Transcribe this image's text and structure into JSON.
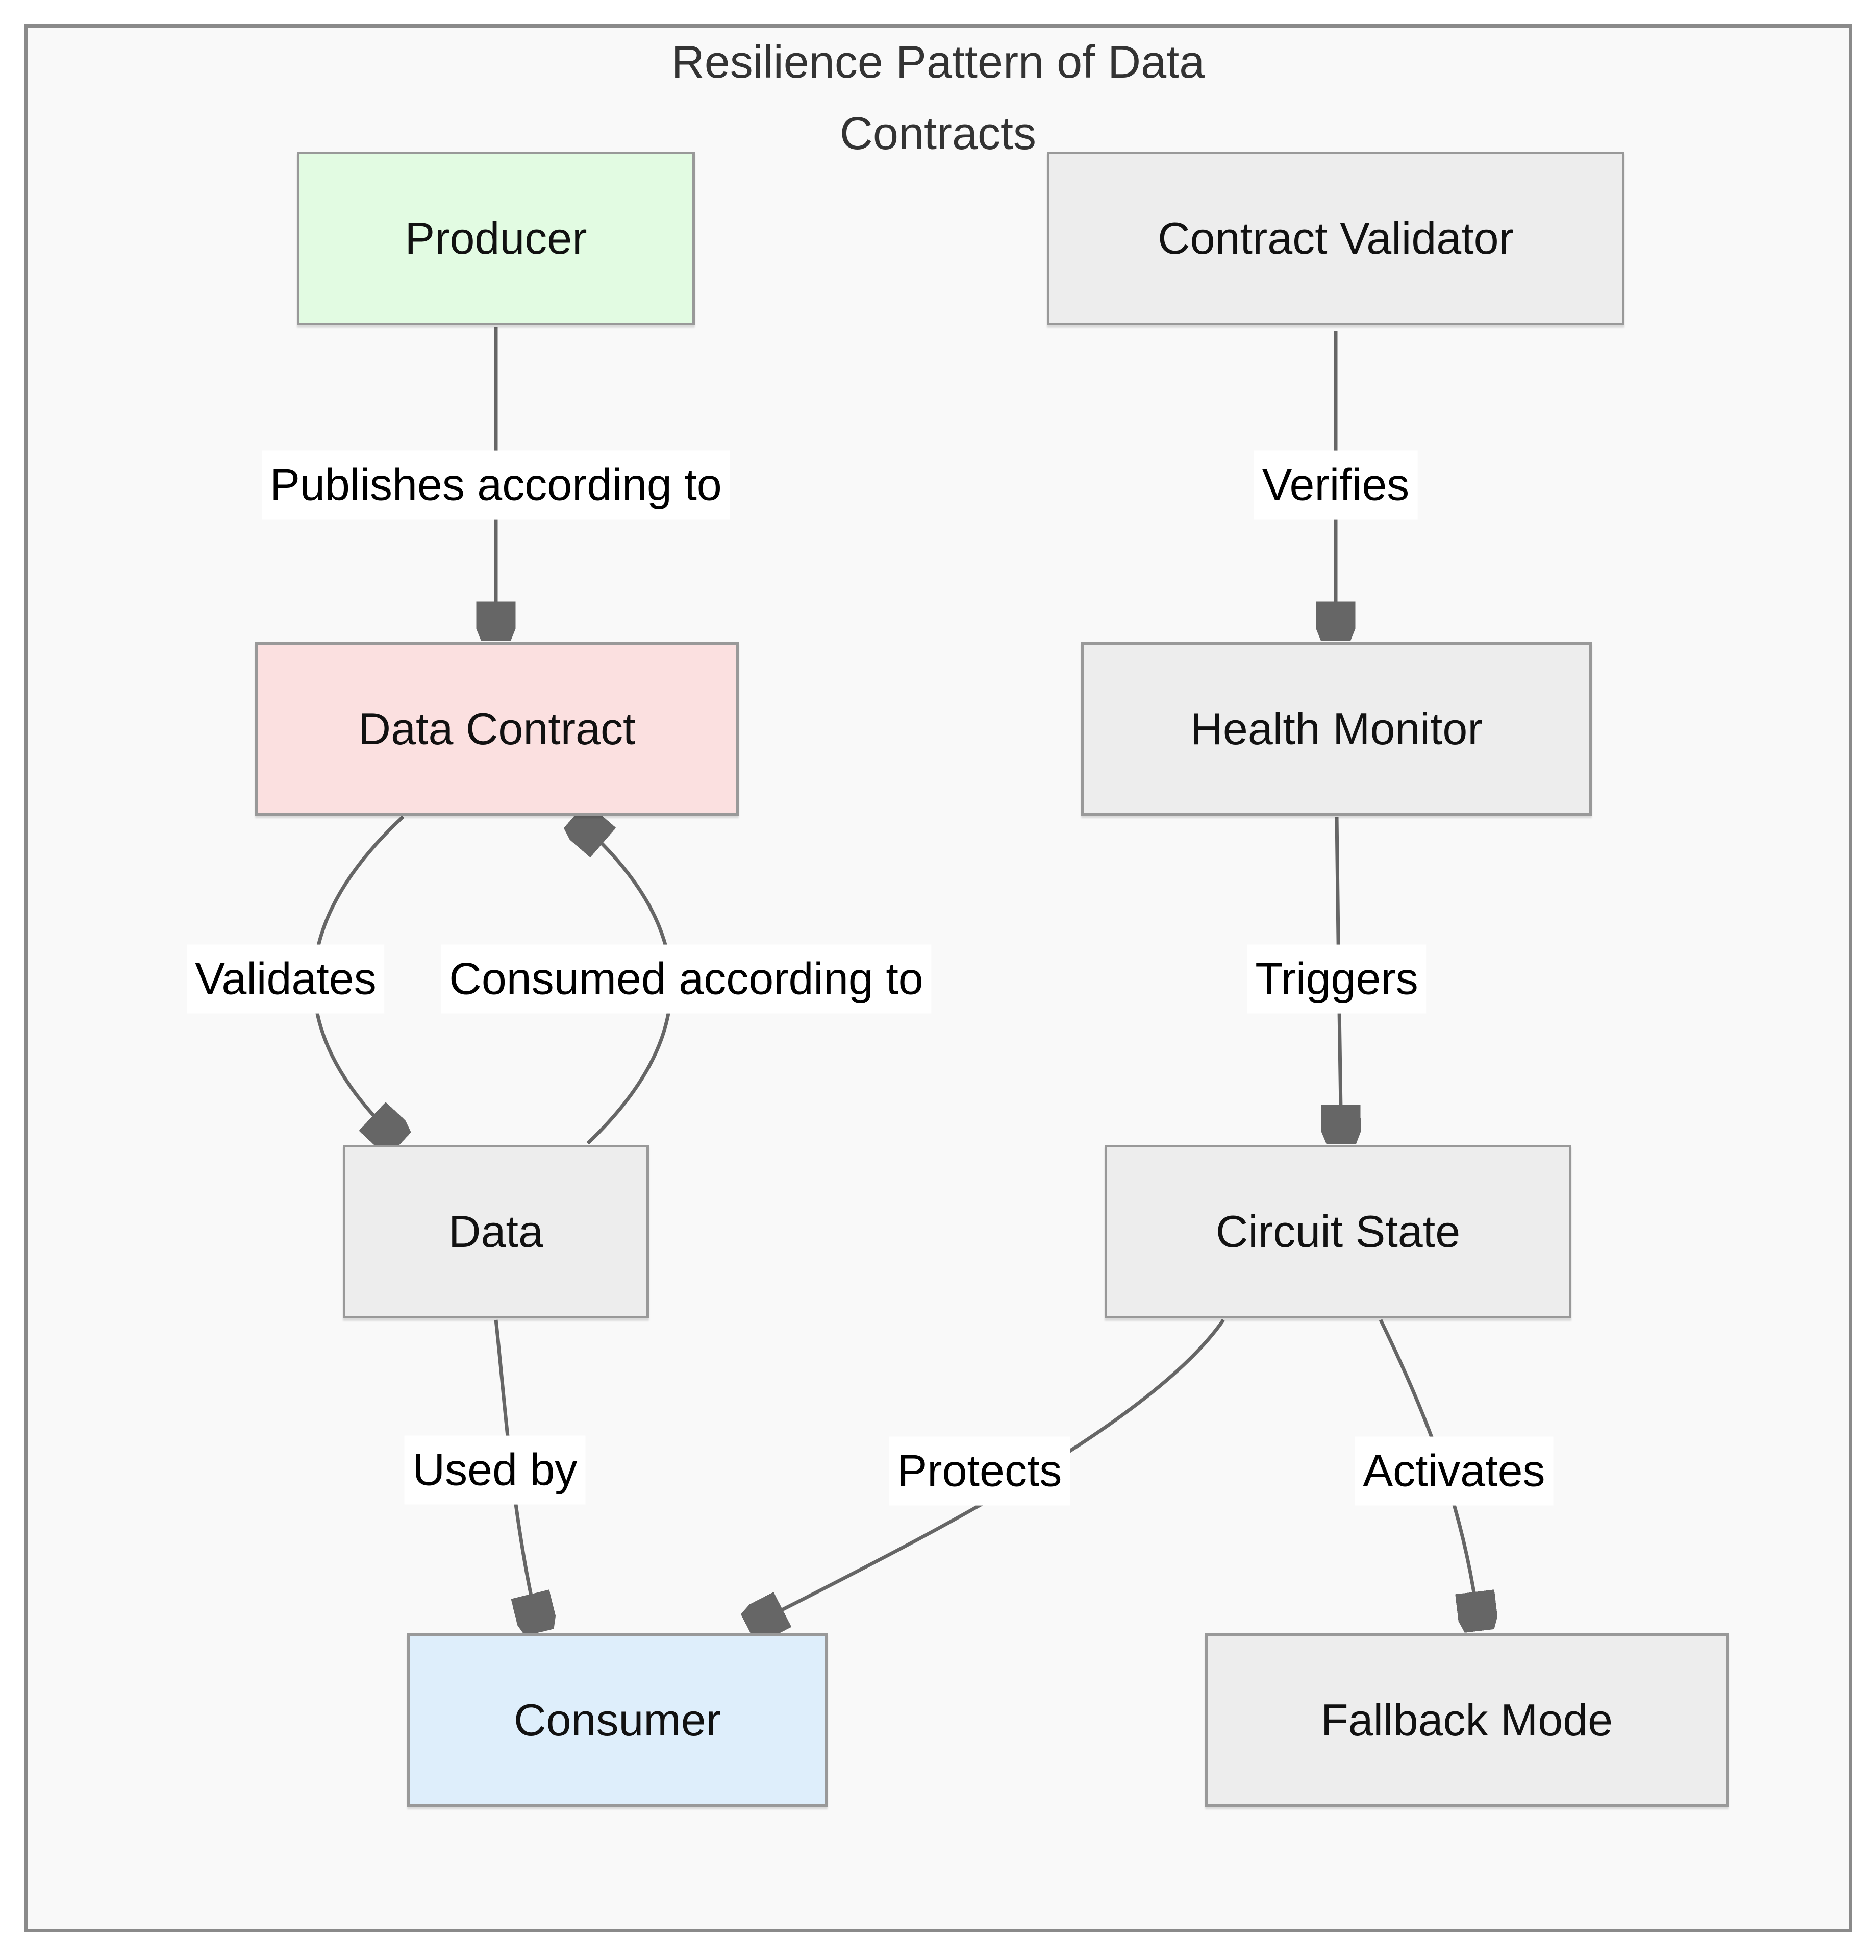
{
  "title": {
    "line1": "Resilience Pattern of Data",
    "line2": "Contracts"
  },
  "nodes": [
    {
      "id": "producer",
      "label": "Producer",
      "fill": "#e2fbe2"
    },
    {
      "id": "data-contract",
      "label": "Data Contract",
      "fill": "#fbe0e0"
    },
    {
      "id": "data",
      "label": "Data",
      "fill": "#ededed"
    },
    {
      "id": "consumer",
      "label": "Consumer",
      "fill": "#deeefb"
    },
    {
      "id": "contract-validator",
      "label": "Contract Validator",
      "fill": "#ededed"
    },
    {
      "id": "health-monitor",
      "label": "Health Monitor",
      "fill": "#ededed"
    },
    {
      "id": "circuit-state",
      "label": "Circuit State",
      "fill": "#ededed"
    },
    {
      "id": "fallback-mode",
      "label": "Fallback Mode",
      "fill": "#ededed"
    }
  ],
  "edges": [
    {
      "from": "producer",
      "to": "data-contract",
      "label": "Publishes according to"
    },
    {
      "from": "data-contract",
      "to": "data",
      "label": "Validates"
    },
    {
      "from": "data",
      "to": "data-contract",
      "label": "Consumed according to"
    },
    {
      "from": "data",
      "to": "consumer",
      "label": "Used by"
    },
    {
      "from": "contract-validator",
      "to": "health-monitor",
      "label": "Verifies"
    },
    {
      "from": "health-monitor",
      "to": "circuit-state",
      "label": "Triggers"
    },
    {
      "from": "circuit-state",
      "to": "consumer",
      "label": "Protects"
    },
    {
      "from": "circuit-state",
      "to": "fallback-mode",
      "label": "Activates"
    }
  ],
  "colors": {
    "page_background": "#ffffff",
    "canvas_background": "#f9f9f9",
    "frame_border": "#8a8a8a",
    "node_border": "#999999",
    "edge_line": "#666666",
    "arrowhead": "#666666",
    "edge_label_background": "#ffffff",
    "title_color": "#333333",
    "node_text_color": "#111111"
  }
}
